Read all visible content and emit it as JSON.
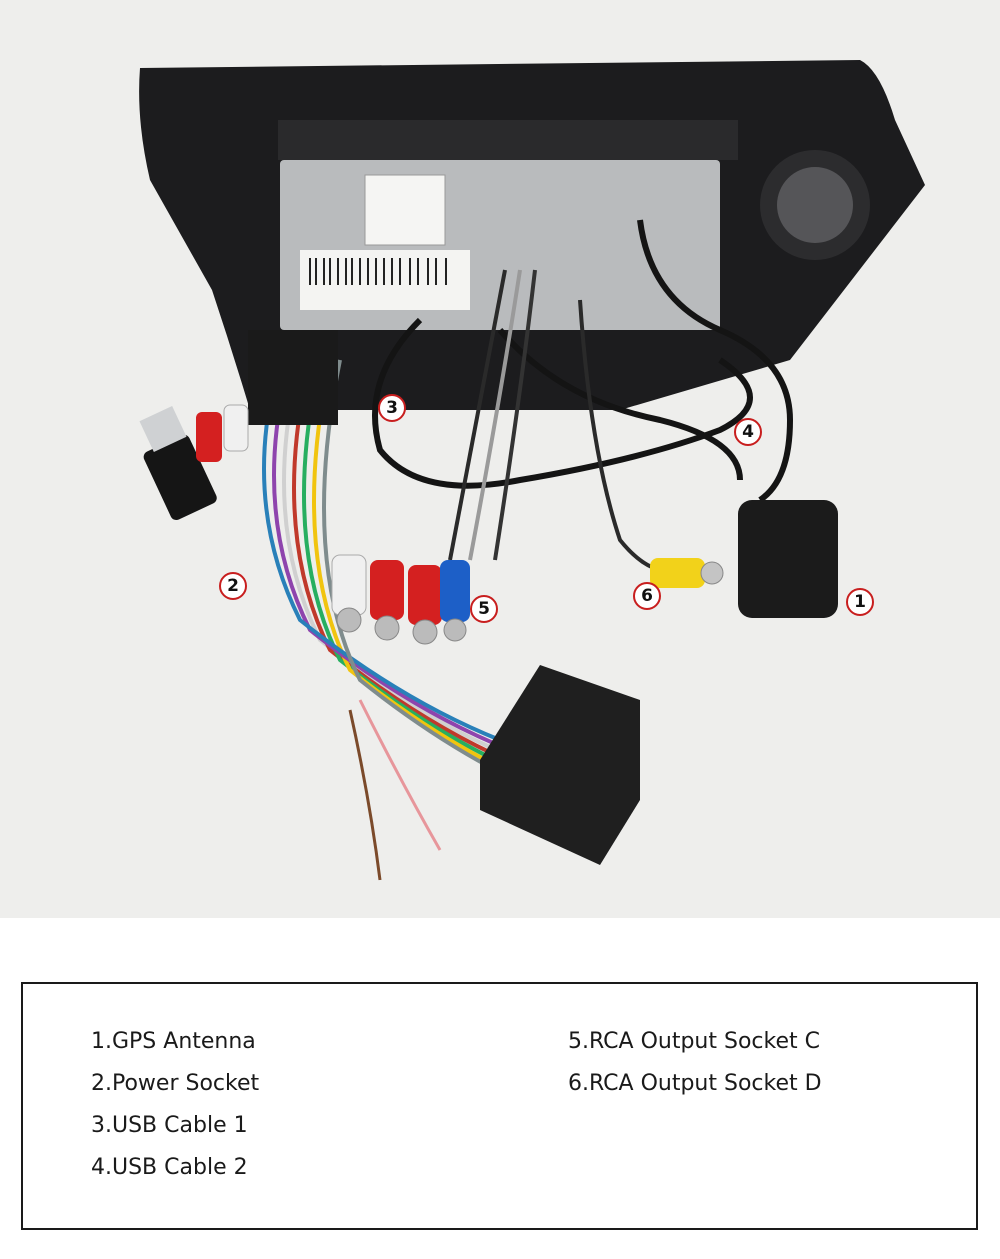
{
  "markers": [
    "1",
    "2",
    "3",
    "4",
    "5",
    "6"
  ],
  "legend": {
    "items": [
      "1.GPS Antenna",
      "2.Power Socket",
      "3.USB Cable 1",
      "4.USB Cable 2",
      "5.RCA Output Socket C",
      "6.RCA Output Socket D"
    ]
  },
  "colors": {
    "marker_ring": "#c81e1e",
    "unit_housing": "#1c1c1e",
    "background": "#eeeeec"
  }
}
